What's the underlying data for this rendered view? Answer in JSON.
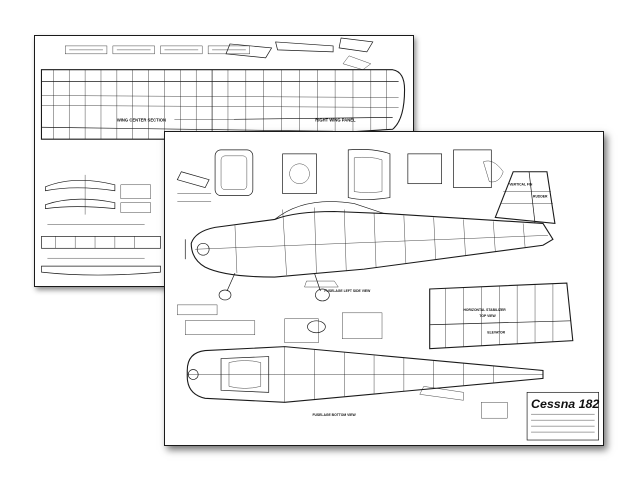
{
  "colors": {
    "paper": "#ffffff",
    "ink": "#1a1a1a"
  },
  "back_sheet": {
    "labels": {
      "wing_center_section": "WING CENTER SECTION",
      "right_wing_panel": "RIGHT WING PANEL"
    }
  },
  "front_sheet": {
    "labels": {
      "fuselage_left_side_view": "FUSELAGE LEFT SIDE VIEW",
      "fuselage_bottom_view": "FUSELAGE BOTTOM VIEW",
      "horizontal_stabilizer": "HORIZONTAL STABILIZER",
      "top_view": "TOP VIEW",
      "elevator": "ELEVATOR",
      "vertical_fin": "VERTICAL FIN",
      "rudder": "RUDDER"
    },
    "title_block": {
      "title": "Cessna 182"
    }
  }
}
